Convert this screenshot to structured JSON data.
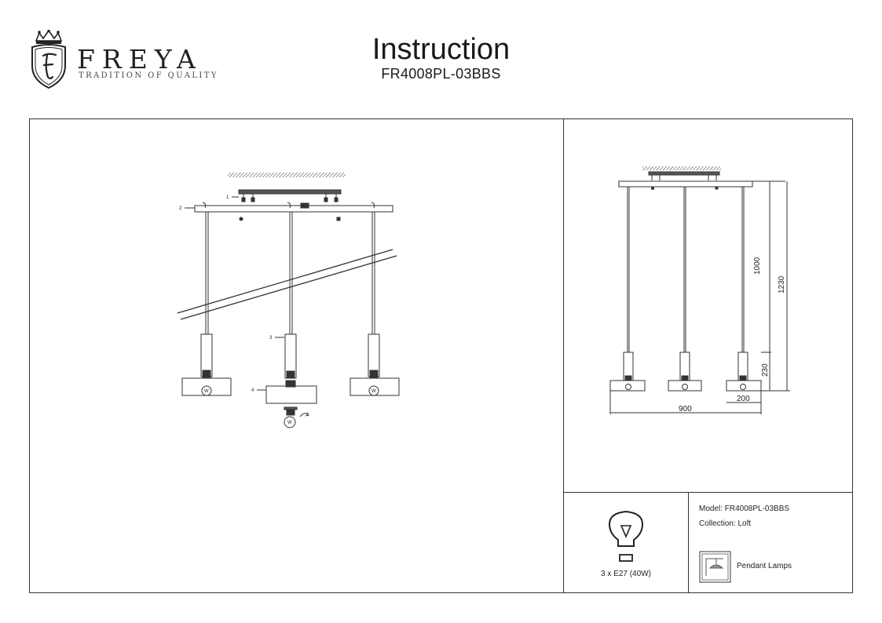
{
  "brand": {
    "name": "FREYA",
    "tagline": "TRADITION OF QUALITY"
  },
  "header": {
    "title": "Instruction",
    "model_code": "FR4008PL-03BBS"
  },
  "assembly_drawing": {
    "callouts": [
      "1",
      "2",
      "3",
      "4"
    ],
    "bulb_mark": "W"
  },
  "dimension_drawing": {
    "height_cable": "1000",
    "height_total": "1230",
    "height_shade": "230",
    "width_total": "900",
    "width_shade": "200"
  },
  "specs": {
    "bulb": "3 x E27 (40W)",
    "model_line": "Model: FR4008PL-03BBS",
    "collection_line": "Collection: Loft",
    "category": "Pendant Lamps"
  },
  "colors": {
    "line": "#333333",
    "text": "#1a1a1a"
  },
  "icons": [
    "crest-icon",
    "lamp-bulb-icon",
    "pendant-lamp-icon"
  ]
}
